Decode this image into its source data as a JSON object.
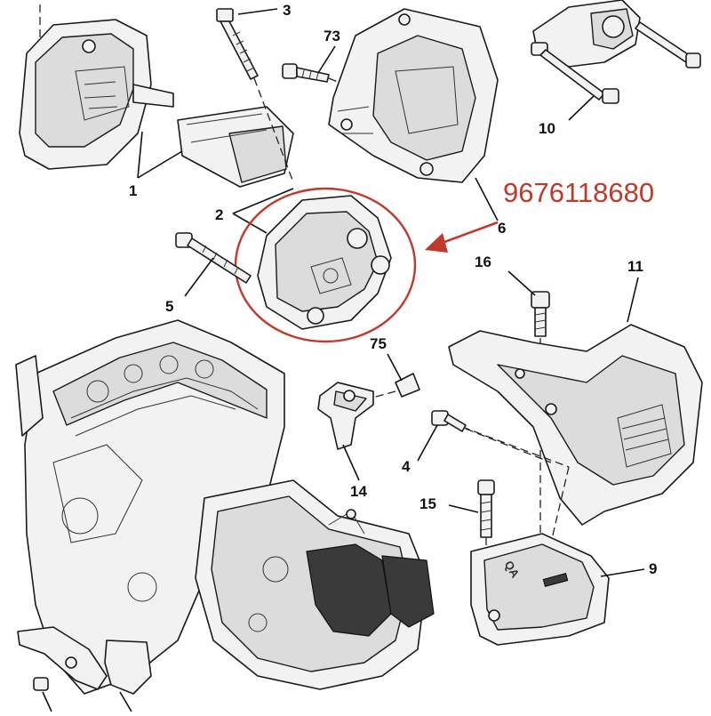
{
  "callouts": {
    "c1": "1",
    "c2": "2",
    "c3": "3",
    "c4": "4",
    "c5": "5",
    "c6": "6",
    "c9": "9",
    "c10": "10",
    "c11": "11",
    "c14": "14",
    "c15": "15",
    "c16": "16",
    "c73": "73",
    "c75": "75"
  },
  "highlight": {
    "part_number": "9676118680",
    "color": "#c0392b"
  },
  "bracket_marking": "QA"
}
